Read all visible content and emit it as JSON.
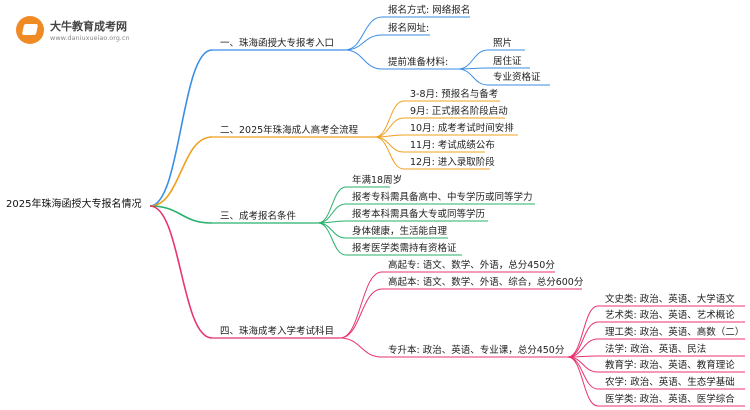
{
  "logo": {
    "title": "大牛教育成考网",
    "subtitle": "www.daniuxueiao.org.cn"
  },
  "root": {
    "label": "2025年珠海函授大专报名情况"
  },
  "colors": {
    "c1": "#3a8ee6",
    "c2": "#f0a020",
    "c3": "#27b06a",
    "c4": "#e8336d"
  },
  "branches": [
    {
      "label": "一、珠海函授大专报考入口",
      "children": [
        {
          "label": "报名方式: 网络报名"
        },
        {
          "label": "报名网址:"
        },
        {
          "label": "提前准备材料:",
          "children": [
            {
              "label": "照片"
            },
            {
              "label": "居住证"
            },
            {
              "label": "专业资格证"
            }
          ]
        }
      ]
    },
    {
      "label": "二、2025年珠海成人高考全流程",
      "children": [
        {
          "label": "3-8月: 预报名与备考"
        },
        {
          "label": "9月: 正式报名阶段启动"
        },
        {
          "label": "10月: 成考考试时间安排"
        },
        {
          "label": "11月: 考试成绩公布"
        },
        {
          "label": "12月: 进入录取阶段"
        }
      ]
    },
    {
      "label": "三、成考报名条件",
      "children": [
        {
          "label": "年满18周岁"
        },
        {
          "label": "报考专科需具备高中、中专学历或同等学力"
        },
        {
          "label": "报考本科需具备大专或同等学历"
        },
        {
          "label": "身体健康，生活能自理"
        },
        {
          "label": "报考医学类需持有资格证"
        }
      ]
    },
    {
      "label": "四、珠海成考入学考试科目",
      "children": [
        {
          "label": "高起专: 语文、数学、外语，总分450分"
        },
        {
          "label": "高起本: 语文、数学、外语、综合，总分600分"
        },
        {
          "label": "专升本: 政治、英语、专业课，总分450分",
          "children": [
            {
              "label": "文史类: 政治、英语、大学语文"
            },
            {
              "label": "艺术类: 政治、英语、艺术概论"
            },
            {
              "label": "理工类: 政治、英语、高数（二）"
            },
            {
              "label": "法学: 政治、英语、民法"
            },
            {
              "label": "教育学: 政治、英语、教育理论"
            },
            {
              "label": "农学: 政治、英语、生态学基础"
            },
            {
              "label": "医学类: 政治、英语、医学综合"
            }
          ]
        }
      ]
    }
  ]
}
